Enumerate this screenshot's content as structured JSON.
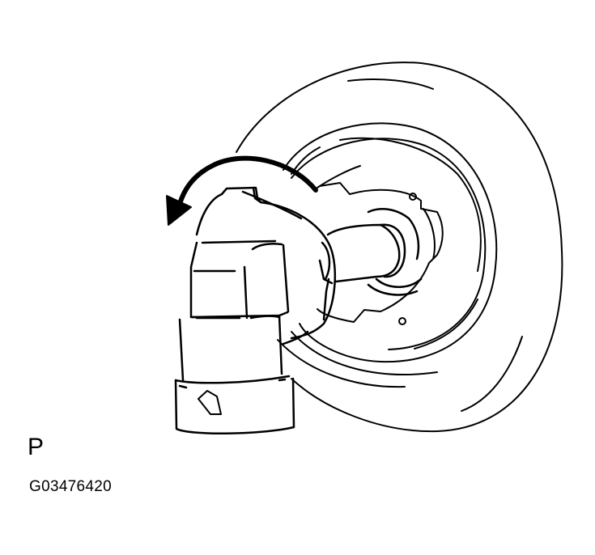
{
  "figure": {
    "label": "P",
    "id_code": "G03476420",
    "description": "Headlight bulb socket being rotated counter-clockwise for removal from housing",
    "rotation_direction": "counter-clockwise",
    "colors": {
      "line": "#000000",
      "background": "#ffffff"
    }
  }
}
